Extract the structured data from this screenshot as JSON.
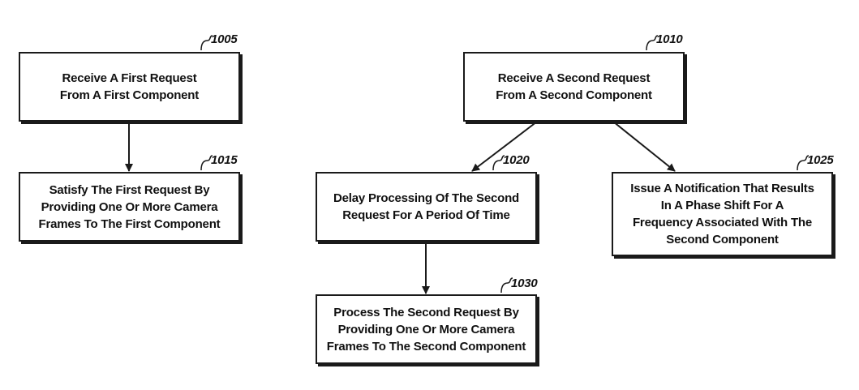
{
  "steps": {
    "s1005": {
      "ref": "1005",
      "lines": [
        "Receive A First Request",
        "From A First Component"
      ]
    },
    "s1010": {
      "ref": "1010",
      "lines": [
        "Receive A Second Request",
        "From A Second Component"
      ]
    },
    "s1015": {
      "ref": "1015",
      "lines": [
        "Satisfy The First Request By",
        "Providing One Or More Camera",
        "Frames To The First Component"
      ]
    },
    "s1020": {
      "ref": "1020",
      "lines": [
        "Delay Processing Of The Second",
        "Request For A Period Of Time"
      ]
    },
    "s1025": {
      "ref": "1025",
      "lines": [
        "Issue A Notification That Results",
        "In A Phase Shift For A",
        "Frequency Associated With The",
        "Second Component"
      ]
    },
    "s1030": {
      "ref": "1030",
      "lines": [
        "Process The Second Request By",
        "Providing One Or More Camera",
        "Frames To The Second Component"
      ]
    }
  },
  "connections": [
    {
      "from": "1005",
      "to": "1015"
    },
    {
      "from": "1010",
      "to": "1020"
    },
    {
      "from": "1010",
      "to": "1025"
    },
    {
      "from": "1020",
      "to": "1030"
    }
  ]
}
